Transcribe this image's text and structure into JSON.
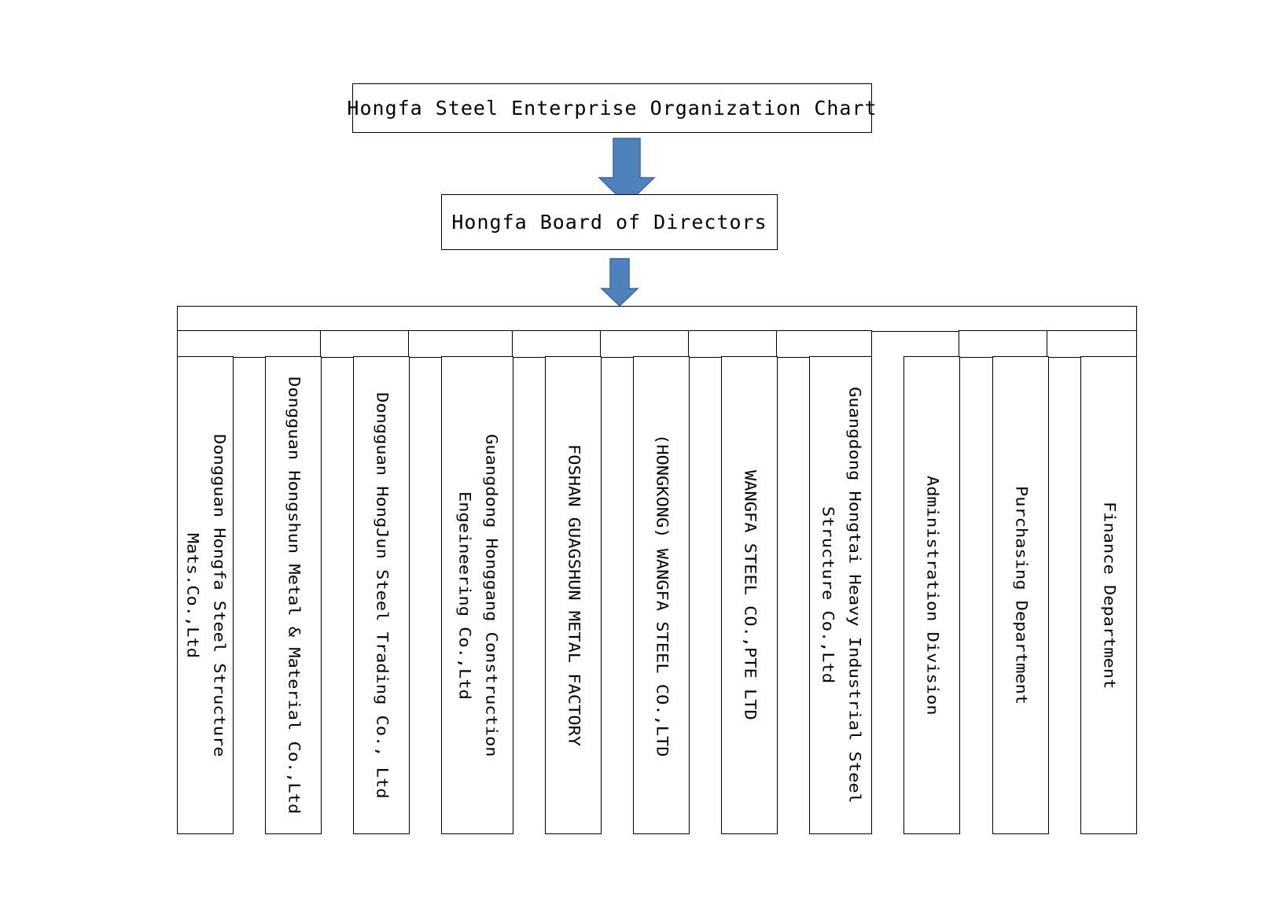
{
  "chart": {
    "title": "Hongfa Steel Enterprise Organization Chart",
    "board": "Hongfa Board of Directors",
    "arrow_color": "#4f81bd",
    "arrow_stroke": "#3a679c",
    "units": [
      {
        "label": "Dongguan Hongfa Steel Structure\nMats.Co.,Ltd"
      },
      {
        "label": "Dongguan Hongshun Metal & Material Co.,Ltd"
      },
      {
        "label": "Dongguan HongJun Steel Trading Co., Ltd"
      },
      {
        "label": "Guangdong Honggang Construction\nEngeineering Co.,Ltd"
      },
      {
        "label": "FOSHAN GUAGSHUN METAL FACTORY"
      },
      {
        "label": "(HONGKONG) WANGFA STEEL CO.,LTD"
      },
      {
        "label": "WANGFA STEEL CO.,PTE LTD"
      },
      {
        "label": "Guangdong Hongtai Heavy Industrial Steel\nStructure Co.,Ltd"
      },
      {
        "label": "Administration Division"
      },
      {
        "label": "Purchasing Department"
      },
      {
        "label": "Finance Department"
      }
    ]
  }
}
